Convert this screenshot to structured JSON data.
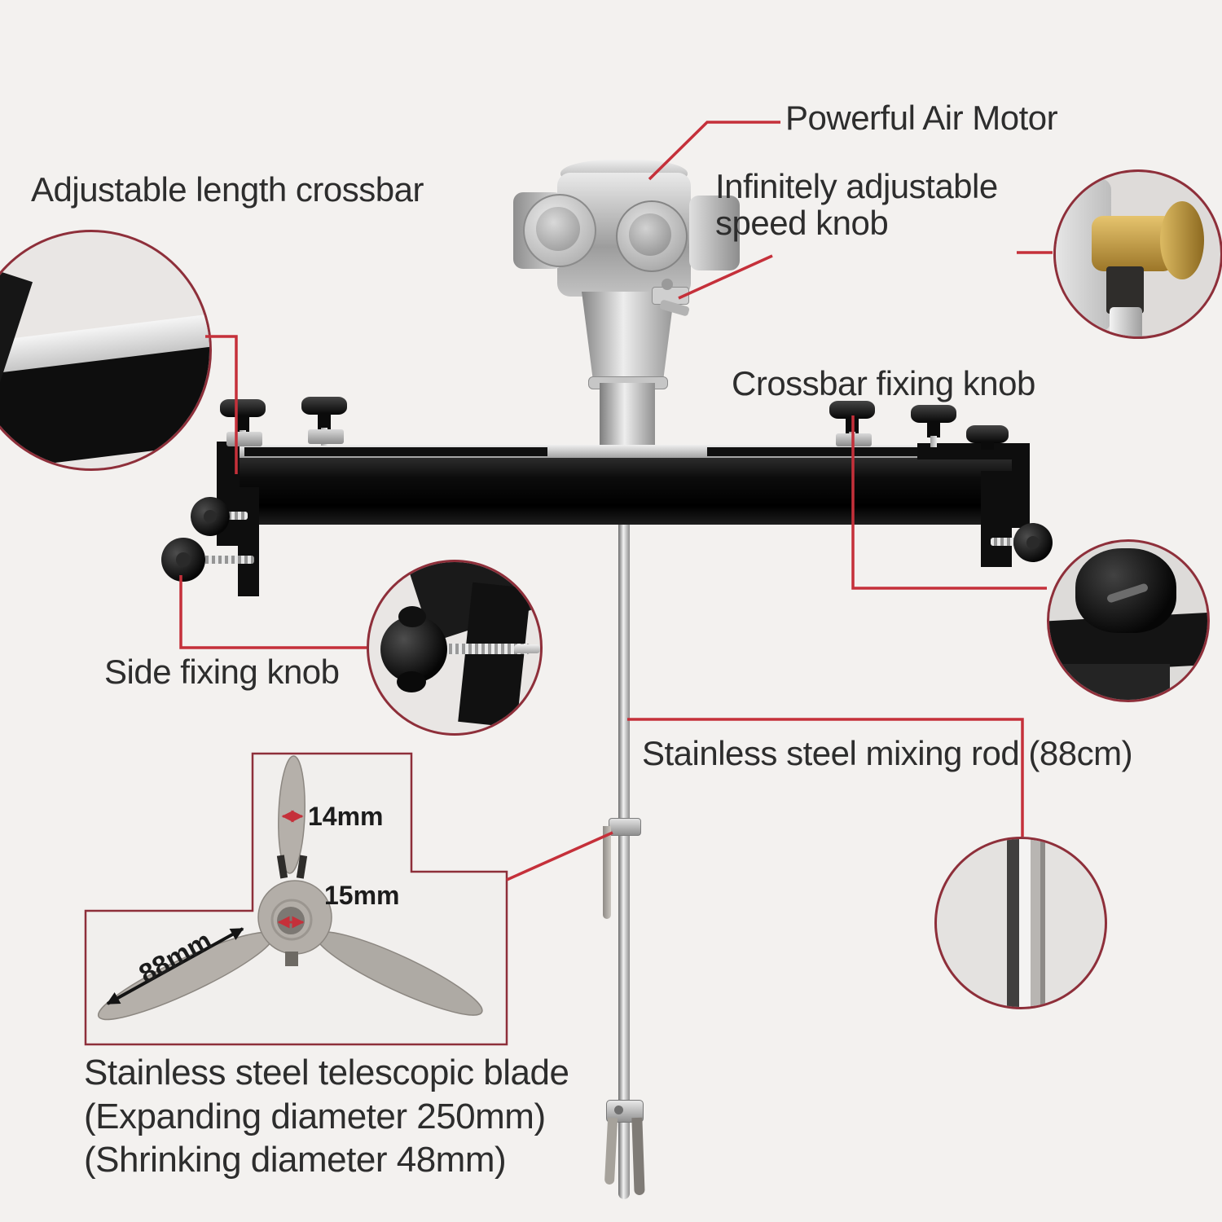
{
  "colors": {
    "background": "#f3f1ef",
    "callout_line": "#c5303a",
    "circle_border": "#8e2f3a",
    "label_text": "#2d2d2d",
    "metal_black": "#0e0e0e",
    "metal_silver": "#c9c9c9",
    "brass": "#c09a3e",
    "dimension_text": "#1c1c1c"
  },
  "labels": {
    "air_motor": "Powerful Air Motor",
    "adjustable_crossbar": "Adjustable length crossbar",
    "speed_knob": "Infinitely adjustable\nspeed knob",
    "crossbar_fixing_knob": "Crossbar fixing knob",
    "side_fixing_knob": "Side fixing knob",
    "mixing_rod": "Stainless steel mixing rod (88cm)",
    "telescopic_blade": "Stainless steel telescopic blade\n(Expanding diameter 250mm)\n(Shrinking diameter 48mm)"
  },
  "inset": {
    "blade_width": "14mm",
    "hub_bore": "15mm",
    "blade_length": "88mm"
  }
}
